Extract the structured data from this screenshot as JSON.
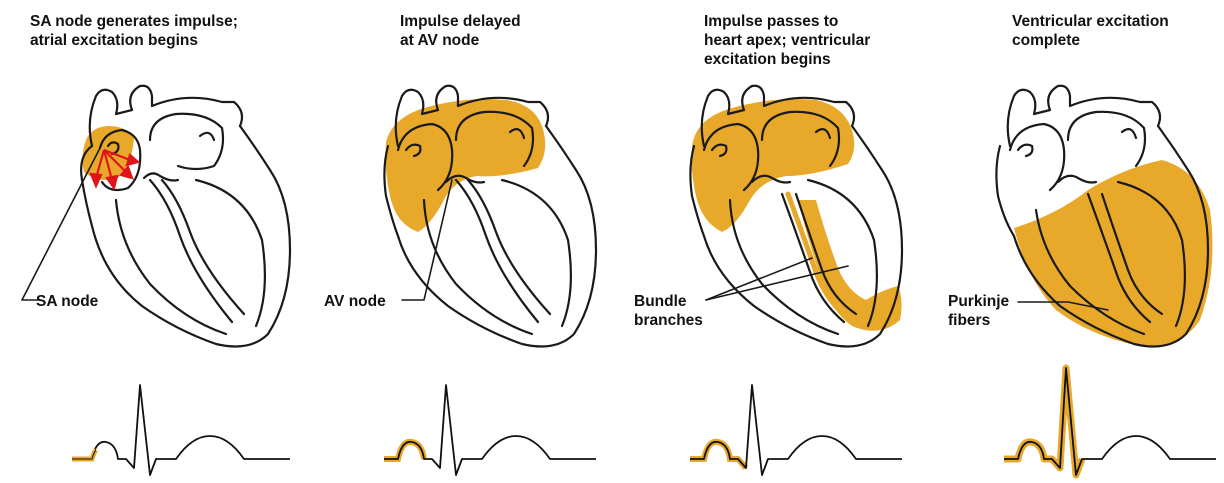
{
  "colors": {
    "excitation": "#E8A92B",
    "arrow": "#E0141A",
    "outline": "#1a1a1a"
  },
  "panels": [
    {
      "title": "SA node generates impulse;\natrial excitation begins",
      "label": "SA node",
      "ecg_highlight": "P wave start"
    },
    {
      "title": "Impulse delayed\nat AV node",
      "label": "AV node",
      "ecg_highlight": "P wave"
    },
    {
      "title": "Impulse passes to\nheart apex; ventricular\nexcitation begins",
      "label": "Bundle\nbranches",
      "ecg_highlight": "P wave and Q"
    },
    {
      "title": "Ventricular excitation\ncomplete",
      "label": "Purkinje\nfibers",
      "ecg_highlight": "P wave and QRS complex"
    }
  ]
}
